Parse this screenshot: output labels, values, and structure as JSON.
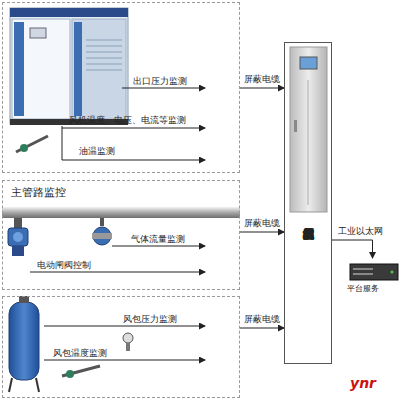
{
  "diagram": {
    "nodes": [
      {
        "text": [
          "出口压力监测",
          "风机温度、电压、电流等监测",
          "油温监测"
        ]
      },
      {
        "text": [
          "主管路监控",
          "气体流量监测",
          "电动闸阀控制"
        ]
      },
      {
        "text": [
          "风包压力监测",
          "风包温度监测"
        ]
      },
      {
        "text": [
          "压风机在线监控系统控制柜"
        ]
      },
      {
        "text": [
          "平台服务"
        ]
      }
    ],
    "edges": [
      {
        "from": 0,
        "to": 3,
        "label": "屏蔽电缆",
        "arrow": "to"
      },
      {
        "from": 1,
        "to": 3,
        "label": "屏蔽电缆",
        "arrow": "to"
      },
      {
        "from": 2,
        "to": 3,
        "label": "屏蔽电缆",
        "arrow": "to"
      },
      {
        "from": 3,
        "to": 4,
        "label": "工业以太网",
        "arrow": "to"
      }
    ],
    "labels": [
      "ynr"
    ]
  }
}
